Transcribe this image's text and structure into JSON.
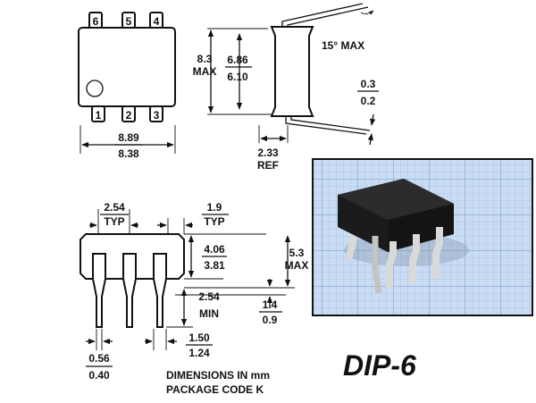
{
  "top_view": {
    "pins_top": [
      "6",
      "5",
      "4"
    ],
    "pins_bottom": [
      "1",
      "2",
      "3"
    ],
    "width_max": "8.89",
    "width_min": "8.38"
  },
  "side_view": {
    "height_max_value": "8.3",
    "height_max_word": "MAX",
    "row_max": "6.86",
    "row_min": "6.10",
    "angle": "15° MAX",
    "thick_max": "0.3",
    "thick_min": "0.2",
    "ref_value": "2.33",
    "ref_word": "REF"
  },
  "front_view": {
    "pitch_value": "2.54",
    "pitch_word": "TYP",
    "offset_value": "1.9",
    "offset_word": "TYP",
    "body_max": "4.06",
    "body_min": "3.81",
    "total_value": "5.3",
    "total_word": "MAX",
    "lead_value": "2.54",
    "lead_word": "MIN",
    "seat_max": "1.4",
    "seat_min": "0.9",
    "width_max": "1.50",
    "width_min": "1.24",
    "pin_max": "0.56",
    "pin_min": "0.40"
  },
  "note_line1": "DIMENSIONS IN mm",
  "note_line2": "PACKAGE CODE K",
  "package_name": "DIP-6",
  "colors": {
    "grid_bg": "#c9dcf2",
    "grid_line": "#8fb1dd",
    "chip_body": "#1b1b1b",
    "chip_lead": "#d9d9d9"
  }
}
